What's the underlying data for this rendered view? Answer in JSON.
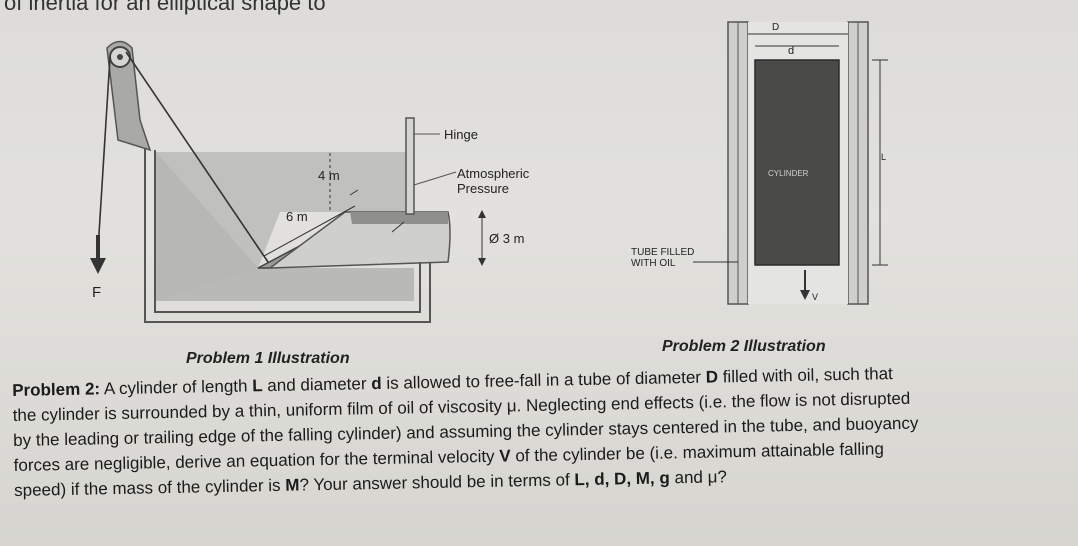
{
  "header": {
    "cut_text": "of inertia for an elliptical shape to"
  },
  "problem1": {
    "caption": "Problem 1 Illustration",
    "labels": {
      "hinge": "Hinge",
      "atm_line1": "Atmospheric",
      "atm_line2": "Pressure",
      "depth": "4 m",
      "gate_length": "6 m",
      "diameter": "Ø 3 m",
      "force": "F"
    }
  },
  "problem2": {
    "caption": "Problem 2 Illustration",
    "labels": {
      "tube_D": "D",
      "cyl_d": "d",
      "cylinder": "CYLINDER",
      "length": "L",
      "tube_line1": "TUBE FILLED",
      "tube_line2": "WITH OIL",
      "velocity": "V"
    },
    "statement": {
      "lines": [
        [
          {
            "t": "Problem 2:",
            "b": true
          },
          {
            "t": " A cylinder of length "
          },
          {
            "t": "L",
            "b": true
          },
          {
            "t": " and diameter "
          },
          {
            "t": "d",
            "b": true
          },
          {
            "t": " is allowed to free-fall in a tube of diameter "
          },
          {
            "t": "D",
            "b": true
          },
          {
            "t": " filled with oil, such that"
          }
        ],
        [
          {
            "t": "the cylinder is surrounded by a thin, uniform film of oil of viscosity μ. Neglecting end effects (i.e. the flow is not disrupted"
          }
        ],
        [
          {
            "t": "by the leading or trailing edge of the falling cylinder) and assuming the cylinder stays centered in the tube, and buoyancy"
          }
        ],
        [
          {
            "t": "forces are negligible, derive an equation for the terminal velocity "
          },
          {
            "t": "V",
            "b": true
          },
          {
            "t": " of the cylinder be (i.e. maximum attainable falling"
          }
        ],
        [
          {
            "t": "speed) if the mass of the cylinder is "
          },
          {
            "t": "M",
            "b": true
          },
          {
            "t": "? Your answer should be in terms of "
          },
          {
            "t": "L, d, D, M, g",
            "b": true
          },
          {
            "t": " and μ?"
          }
        ]
      ]
    }
  }
}
